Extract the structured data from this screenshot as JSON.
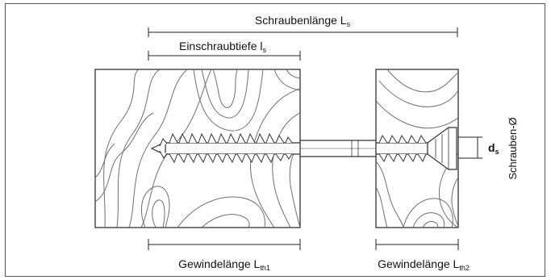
{
  "labels": {
    "screw_length_main": "Schraubenlänge L",
    "screw_length_sub": "s",
    "screw_in_depth_main": "Einschraubtiefe l",
    "screw_in_depth_sub": "s",
    "thread_length_1_main": "Gewindelänge L",
    "thread_length_1_sub": "th1",
    "thread_length_2_main": "Gewindelänge L",
    "thread_length_2_sub": "th2",
    "diameter_main": "d",
    "diameter_sub": "s",
    "diameter_side": "Schrauben-Ø"
  },
  "colors": {
    "line": "#222222",
    "wood_grain": "#6e6e6e",
    "screw": "#333333",
    "background": "#ffffff"
  }
}
